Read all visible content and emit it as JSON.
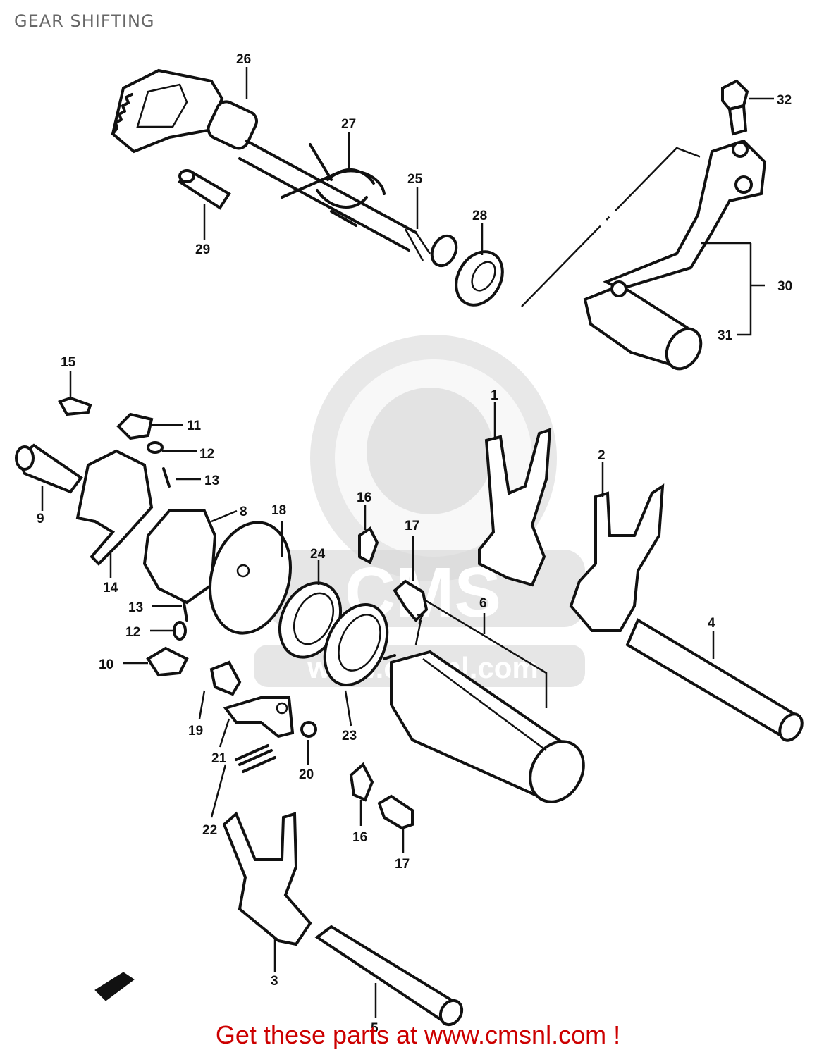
{
  "title": "GEAR SHIFTING",
  "footer": {
    "prefix": "Get these parts at ",
    "link": "www.cmsnl.com",
    "suffix": " !"
  },
  "watermark": {
    "logo_text": "CMS",
    "url_text": "www.cmsnl.com"
  },
  "callouts": {
    "p1": "1",
    "p2": "2",
    "p3": "3",
    "p4": "4",
    "p5": "5",
    "p6": "6",
    "p7": "7",
    "p8": "8",
    "p9": "9",
    "p10": "10",
    "p11": "11",
    "p12a": "12",
    "p12b": "12",
    "p13a": "13",
    "p13b": "13",
    "p14": "14",
    "p15": "15",
    "p16a": "16",
    "p16b": "16",
    "p17a": "17",
    "p17b": "17",
    "p18": "18",
    "p19": "19",
    "p20": "20",
    "p21": "21",
    "p22": "22",
    "p23": "23",
    "p24": "24",
    "p25": "25",
    "p26": "26",
    "p27": "27",
    "p28": "28",
    "p29": "29",
    "p30": "30",
    "p31": "31",
    "p32": "32"
  },
  "colors": {
    "footer": "#cc0000",
    "title": "#666666",
    "ink": "#111111",
    "watermark": "#d6d6d6"
  }
}
